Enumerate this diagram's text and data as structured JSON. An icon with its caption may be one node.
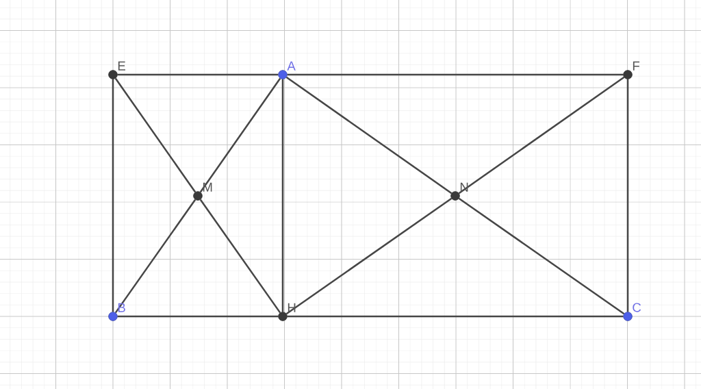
{
  "diagram": {
    "nodes": [
      {
        "text": [
          "E"
        ]
      },
      {
        "text": [
          "A"
        ]
      },
      {
        "text": [
          "F"
        ]
      },
      {
        "text": [
          "M"
        ]
      },
      {
        "text": [
          "N"
        ]
      },
      {
        "text": [
          "B"
        ]
      },
      {
        "text": [
          "H"
        ]
      },
      {
        "text": [
          "C"
        ]
      }
    ],
    "edges": [
      {
        "from": 0,
        "to": 1,
        "arrow": "none"
      },
      {
        "from": 1,
        "to": 2,
        "arrow": "none"
      },
      {
        "from": 0,
        "to": 5,
        "arrow": "none"
      },
      {
        "from": 2,
        "to": 7,
        "arrow": "none"
      },
      {
        "from": 5,
        "to": 6,
        "arrow": "none"
      },
      {
        "from": 6,
        "to": 7,
        "arrow": "none"
      },
      {
        "from": 1,
        "to": 6,
        "arrow": "none"
      },
      {
        "from": 0,
        "to": 3,
        "arrow": "none"
      },
      {
        "from": 3,
        "to": 6,
        "arrow": "none"
      },
      {
        "from": 1,
        "to": 3,
        "arrow": "none"
      },
      {
        "from": 3,
        "to": 5,
        "arrow": "none"
      },
      {
        "from": 1,
        "to": 4,
        "arrow": "none"
      },
      {
        "from": 4,
        "to": 7,
        "arrow": "none"
      },
      {
        "from": 2,
        "to": 4,
        "arrow": "none"
      },
      {
        "from": 4,
        "to": 6,
        "arrow": "none"
      }
    ]
  }
}
